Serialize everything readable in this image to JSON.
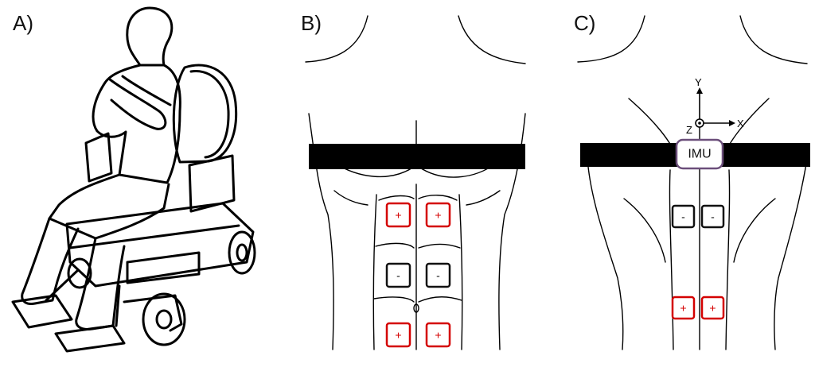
{
  "panels": {
    "a_label": "A)",
    "b_label": "B)",
    "c_label": "C)"
  },
  "colors": {
    "positive_electrode": "#d40000",
    "negative_electrode": "#111111",
    "imu_border": "#6b4e7a",
    "strap": "#000000"
  },
  "front_view": {
    "electrodes": [
      {
        "sign": "+",
        "polarity": "positive"
      },
      {
        "sign": "+",
        "polarity": "positive"
      },
      {
        "sign": "-",
        "polarity": "negative"
      },
      {
        "sign": "-",
        "polarity": "negative"
      },
      {
        "sign": "+",
        "polarity": "positive"
      },
      {
        "sign": "+",
        "polarity": "positive"
      }
    ]
  },
  "back_view": {
    "imu_label": "IMU",
    "axes": {
      "y": "Y",
      "x": "X",
      "z": "Z"
    },
    "electrodes": [
      {
        "sign": "-",
        "polarity": "negative"
      },
      {
        "sign": "-",
        "polarity": "negative"
      },
      {
        "sign": "+",
        "polarity": "positive"
      },
      {
        "sign": "+",
        "polarity": "positive"
      }
    ]
  }
}
